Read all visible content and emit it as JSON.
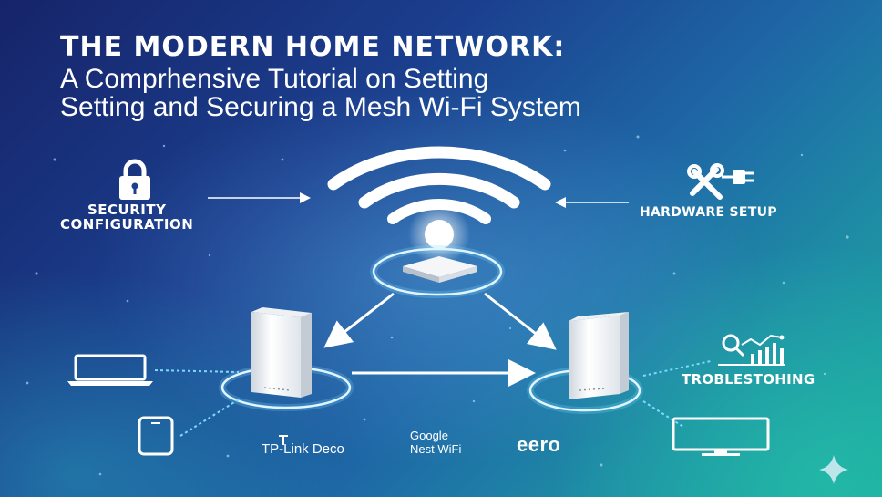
{
  "title": {
    "line1": "THE MODERN HOME NETWORK:",
    "line2": "A Comprhensive Tutorial on Setting",
    "line3": "Setting and Securing a Mesh Wi-Fi System"
  },
  "labels": {
    "security_line1": "SECURITY",
    "security_line2": "CONFIGURATION",
    "hardware": "HARDWARE SETUP",
    "troubleshooting": "TROBLESTOHING"
  },
  "brands": {
    "tplink": "TP-Link Deco",
    "google_line1": "Google",
    "google_line2": "Nest WiFi",
    "eero": "eero"
  },
  "icons": [
    "lock-icon",
    "wrench-plug-icon",
    "wifi-icon",
    "router-icon",
    "mesh-node-icon",
    "laptop-icon",
    "phone-icon",
    "analytics-icon",
    "monitor-icon",
    "sparkle-icon"
  ],
  "colors": {
    "accent_glow": "#7fd8ff",
    "text": "#ffffff"
  }
}
